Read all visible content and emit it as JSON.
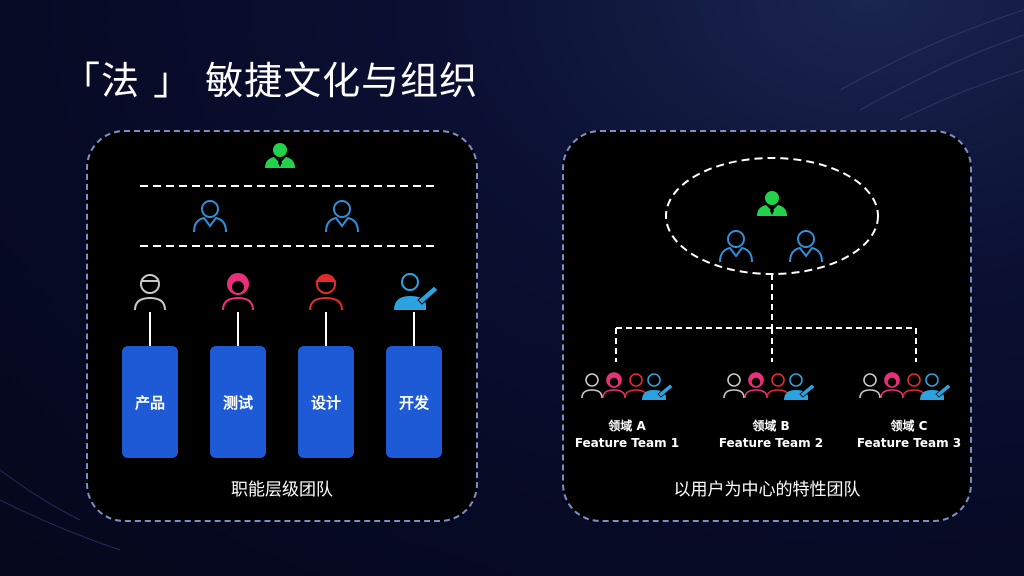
{
  "title": "「法 」 敏捷文化与组织",
  "left_panel": {
    "caption": "职能层级团队",
    "roles": [
      "产品",
      "测试",
      "设计",
      "开发"
    ]
  },
  "right_panel": {
    "caption": "以用户为中心的特性团队",
    "teams": [
      {
        "domain": "领域 A",
        "name": "Feature Team 1"
      },
      {
        "domain": "领域 B",
        "name": "Feature Team 2"
      },
      {
        "domain": "领域 C",
        "name": "Feature Team 3"
      }
    ]
  },
  "colors": {
    "leader_green": "#22d24a",
    "manager_blue": "#2f8fd8",
    "product_gray": "#c8c8c8",
    "tester_pink": "#e8307a",
    "designer_red": "#e62a2a",
    "developer_blue": "#2aa3e0",
    "role_box": "#1e5ad6",
    "panel_border": "#7b8fc9"
  }
}
